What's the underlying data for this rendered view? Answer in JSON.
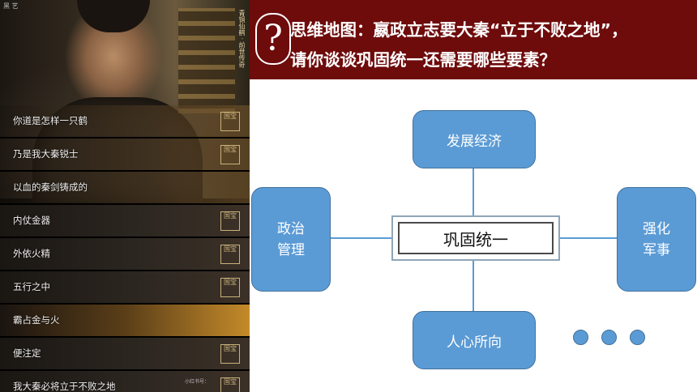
{
  "header": {
    "question_mark": "?",
    "line1": "思维地图：嬴政立志要大秦“立于不败之地”，",
    "line2": "请你谈谈巩固统一还需要哪些要素？"
  },
  "mindmap": {
    "center": "巩固统一",
    "top": "发展经济",
    "left_line1": "政治",
    "left_line2": "管理",
    "right_line1": "强化",
    "right_line2": "军事",
    "bottom": "人心所向"
  },
  "film": {
    "corner": "黑 艺",
    "vertical": "青铜仙鹤 · 前世传奇",
    "seal": "国宝",
    "watermark": "小红书号：",
    "captions": [
      "你道是怎样一只鹤",
      "乃是我大秦锐士",
      "以血的秦剑铸成的",
      "内仗金器",
      "外依火精",
      "五行之中",
      "霸占金与火",
      "便注定",
      "我大秦必将立于不败之地"
    ]
  }
}
